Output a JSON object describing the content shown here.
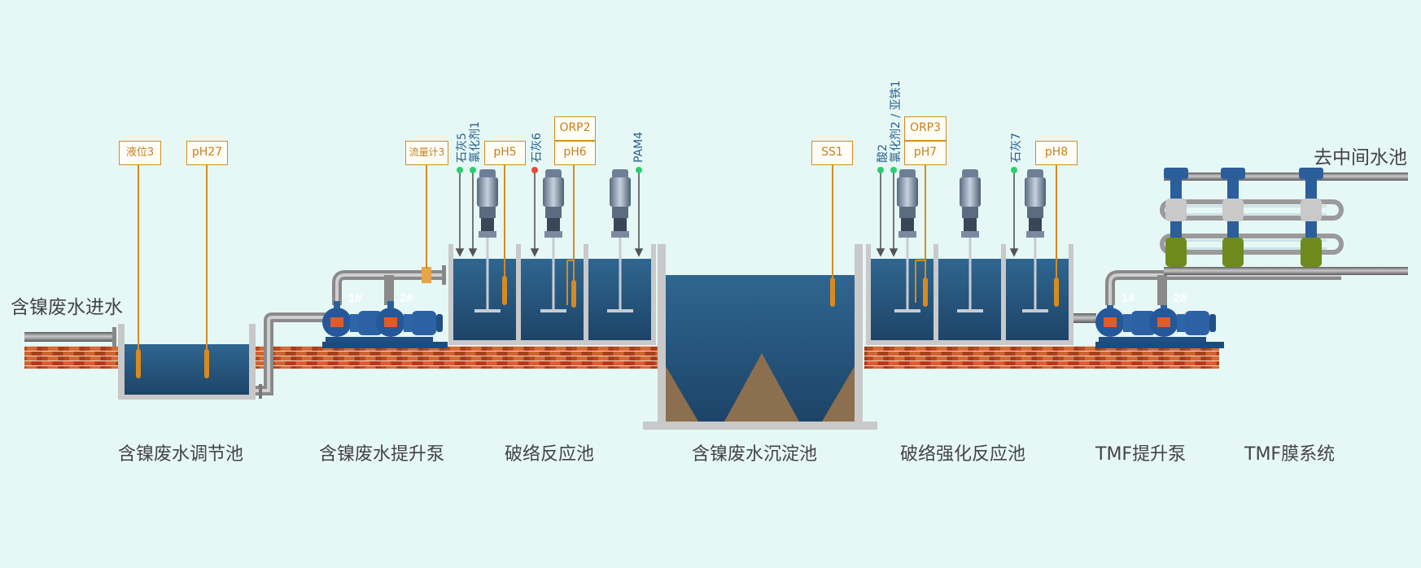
{
  "title_left": "含镍废水进水",
  "title_right": "去中间水池",
  "sections": [
    "含镍废水调节池",
    "含镍废水提升泵",
    "破络反应池",
    "含镍废水沉淀池",
    "破络强化反应池",
    "TMF提升泵",
    "TMF膜系统"
  ],
  "tags": {
    "level3": "液位3",
    "ph27": "pH27",
    "flow3": "流量计3",
    "ph5": "pH5",
    "orp2": "ORP2",
    "ph6": "pH6",
    "ss1": "SS1",
    "orp3": "ORP3",
    "ph7": "pH7",
    "ph8": "pH8"
  },
  "dosing": {
    "lime5": "石灰5",
    "oxidant1": "氯化剂1",
    "lime6": "石灰6",
    "pam4": "PAM4",
    "acid2": "酸2",
    "oxidant2": "氯化剂2 / 亚铁1",
    "lime7": "石灰7"
  },
  "pumps": {
    "p1": "1#",
    "p2": "2#",
    "t1": "1#",
    "t2": "2#"
  },
  "colors": {
    "water": "#2a5a85",
    "pipe": "#7c7c7c",
    "brick": "#b5481f",
    "tag": "#d98a1e",
    "dose_green": "#2ecc71",
    "dose_red": "#e74c3c"
  }
}
